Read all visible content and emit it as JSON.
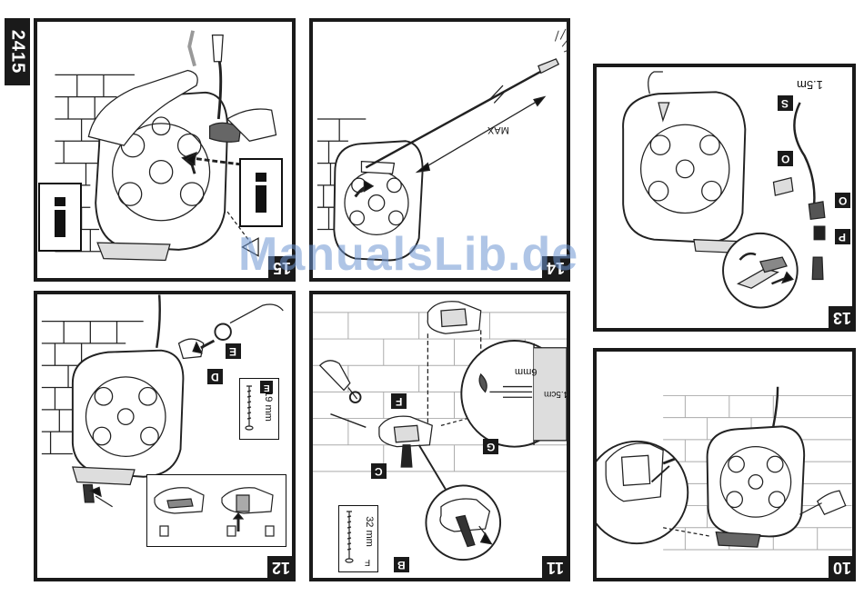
{
  "page": {
    "model_number": "2415",
    "watermark": "ManualsLib.de"
  },
  "steps": {
    "s15": {
      "number": "15"
    },
    "s14": {
      "number": "14",
      "max_label": "MAX"
    },
    "s13": {
      "number": "13",
      "hose_length": "1.5m",
      "part_s": "S",
      "part_o": "O",
      "part_o2": "O",
      "part_p": "P"
    },
    "s12": {
      "number": "12",
      "part_e": "E",
      "part_d": "D",
      "screw_part": "E",
      "screw_size": "19 mm"
    },
    "s11": {
      "number": "11",
      "part_f": "F",
      "part_g": "G",
      "part_c": "C",
      "part_b": "B",
      "drill_diameter": "6mm",
      "drill_depth": "4.5cm",
      "screw_part": "F",
      "screw_size": "32 mm"
    },
    "s10": {
      "number": "10"
    }
  },
  "colors": {
    "ink": "#1a1a1a",
    "paper": "#ffffff",
    "watermark": "#6e96d2"
  }
}
